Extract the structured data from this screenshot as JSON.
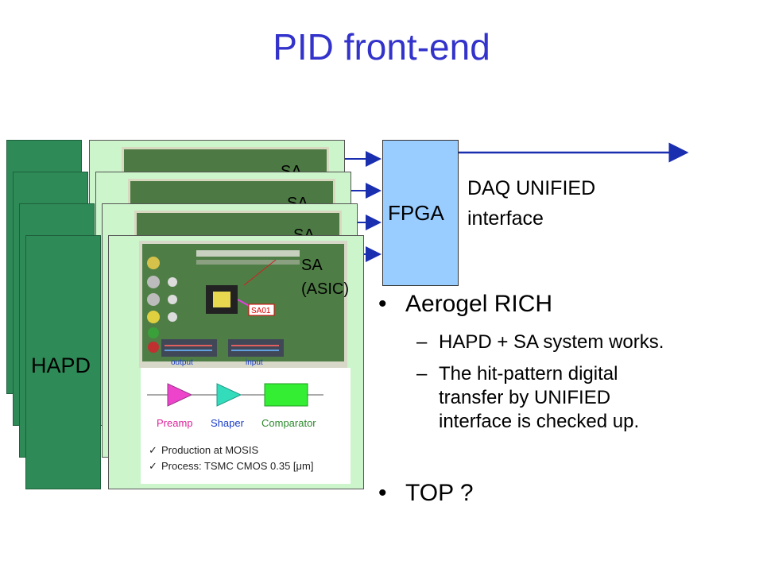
{
  "title": "PID front-end",
  "hapd_label": "HAPD",
  "sa_label": "SA",
  "sa_asic_label": "(ASIC)",
  "fpga_label": "FPGA",
  "daq_line1": "DAQ UNIFIED",
  "daq_line2": "interface",
  "pcb": {
    "chip_label": "SA01",
    "output_label": "output",
    "input_label": "input"
  },
  "block_diagram": {
    "preamp": "Preamp",
    "shaper": "Shaper",
    "comparator": "Comparator",
    "note1": "Production at MOSIS",
    "note2": "Process: TSMC CMOS 0.35 [μm]"
  },
  "bullets": {
    "aerogel": "Aerogel RICH",
    "sub1": "HAPD + SA system works.",
    "sub2_line1": "The hit-pattern digital",
    "sub2_line2": "transfer by UNIFIED",
    "sub2_line3": "interface is checked up.",
    "top": "TOP ?"
  },
  "colors": {
    "title": "#3333cc",
    "hapd": "#2e8b57",
    "board": "#ccf5cc",
    "fpga": "#99ccff",
    "arrow": "#1a2eb0"
  }
}
